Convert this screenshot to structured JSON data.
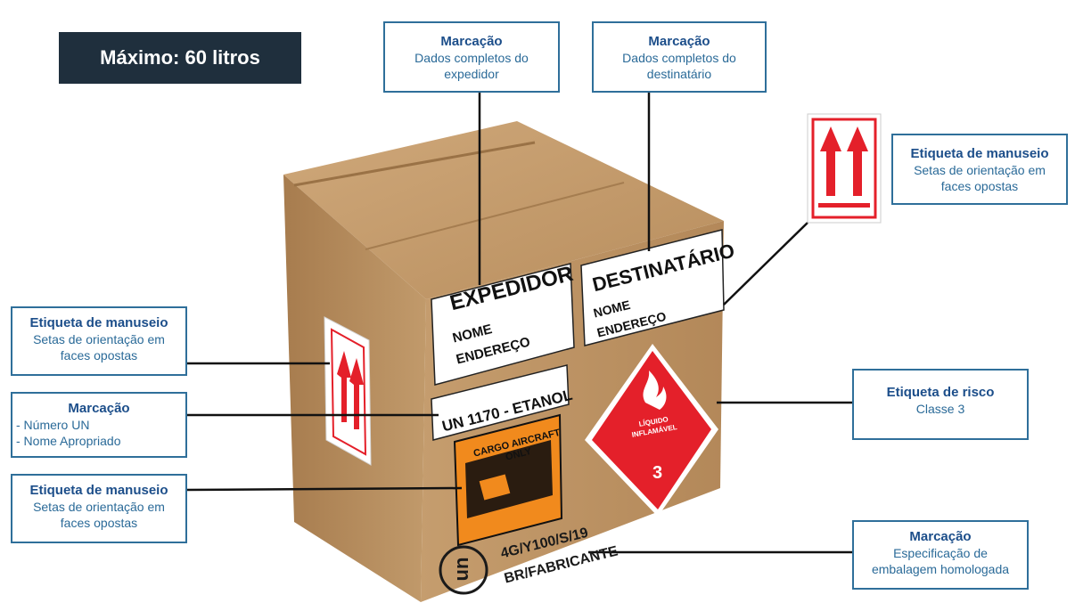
{
  "header": {
    "capacity": "Máximo: 60 litros"
  },
  "callouts": {
    "shipper": {
      "title": "Marcação",
      "lines": [
        "Dados completos do",
        "expedidor"
      ]
    },
    "consignee": {
      "title": "Marcação",
      "lines": [
        "Dados completos do",
        "destinatário"
      ]
    },
    "handling_top_right": {
      "title": "Etiqueta de manuseio",
      "lines": [
        "Setas de orientação em",
        "faces opostas"
      ]
    },
    "handling_left_top": {
      "title": "Etiqueta de manuseio",
      "lines": [
        "Setas de orientação em",
        "faces opostas"
      ]
    },
    "un_marking": {
      "title": "Marcação",
      "lines": [
        "- Número UN",
        "- Nome Apropriado"
      ]
    },
    "handling_left_bottom": {
      "title": "Etiqueta de manuseio",
      "lines": [
        "Setas de orientação em",
        "faces opostas"
      ]
    },
    "risk": {
      "title": "Etiqueta de risco",
      "lines": [
        "Classe 3"
      ]
    },
    "packaging": {
      "title": "Marcação",
      "lines": [
        "Especificação de",
        "embalagem homologada"
      ]
    }
  },
  "box_labels": {
    "shipper": {
      "heading": "EXPEDIDOR",
      "name": "NOME",
      "address": "ENDEREÇO"
    },
    "consignee": {
      "heading": "DESTINATÁRIO",
      "name": "NOME",
      "address": "ENDEREÇO"
    },
    "un_number": "UN 1170 - ETANOL",
    "cao": {
      "line1": "CARGO AIRCRAFT",
      "line2": "ONLY"
    },
    "hazard": {
      "line1": "LÍQUIDO",
      "line2": "INFLAMÁVEL",
      "class": "3"
    },
    "spec": {
      "code": "4G/Y100/S/19",
      "maker": "BR/FABRICANTE",
      "un_logo": "un"
    }
  },
  "colors": {
    "cardboard": "#b58a5a",
    "callout_border": "#2f6f9a",
    "title_text": "#1c4e8a",
    "hazard_red": "#e4202a",
    "cao_orange": "#f18a1d",
    "header_bg": "#1f2f3d"
  }
}
